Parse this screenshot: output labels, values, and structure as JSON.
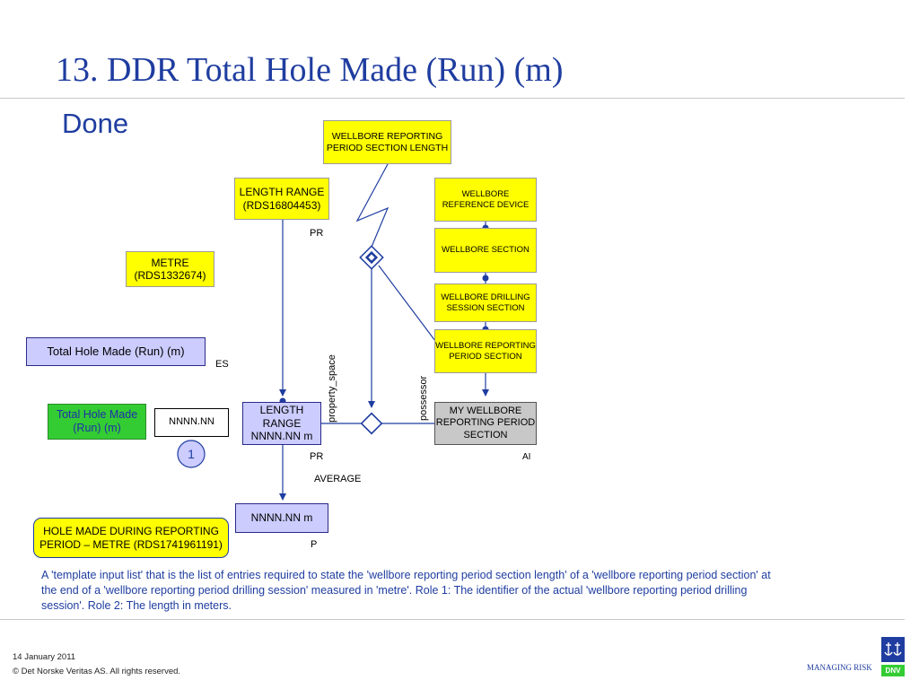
{
  "slide": {
    "title": "13. DDR Total Hole Made (Run) (m)",
    "subtitle": "Done"
  },
  "diagram": {
    "wellbore_reporting_period_section_length": "WELLBORE REPORTING PERIOD SECTION LENGTH",
    "length_range_rds": "LENGTH RANGE (RDS16804453)",
    "metre": "METRE (RDS1332674)",
    "wellbore_reference_device": "WELLBORE REFERENCE DEVICE",
    "wellbore_section": "WELLBORE SECTION",
    "wellbore_drilling_session_section": "WELLBORE DRILLING SESSION SECTION",
    "wellbore_reporting_period_section": "WELLBORE REPORTING PERIOD SECTION",
    "total_hole_made_lav": "Total Hole Made (Run) (m)",
    "es_label": "ES",
    "total_hole_made_green": "Total Hole Made (Run) (m)",
    "nnnn_input": "NNNN.NN",
    "step_number": "1",
    "length_range_value": "LENGTH RANGE NNNN.NN m",
    "my_wellbore_reporting_period_section": "MY WELLBORE REPORTING PERIOD SECTION",
    "nnnn_m": "NNNN.NN m",
    "hole_made_during": "HOLE MADE DURING REPORTING PERIOD – METRE (RDS1741961191)",
    "pr_top": "PR",
    "pr_bottom": "PR",
    "ai_label": "AI",
    "average_label": "AVERAGE",
    "p_label": "P",
    "property_space": "property_space",
    "possessor": "possessor"
  },
  "description": "A 'template input list' that is the list of entries required to state the 'wellbore reporting period section length' of a 'wellbore reporting period section' at the end of a 'wellbore reporting period drilling session' measured in 'metre'. Role 1: The identifier of the actual 'wellbore reporting period drilling session'. Role 2: The length in meters.",
  "footer": {
    "date": "14 January 2011",
    "copyright": "© Det Norske Veritas AS. All rights reserved.",
    "tagline": "MANAGING RISK",
    "logo_text": "DNV"
  },
  "colors": {
    "title_blue": "#1f3da0",
    "yellow": "#ffff00",
    "lavender": "#ccccff",
    "green": "#33cc33",
    "connector": "#1f3da0"
  }
}
